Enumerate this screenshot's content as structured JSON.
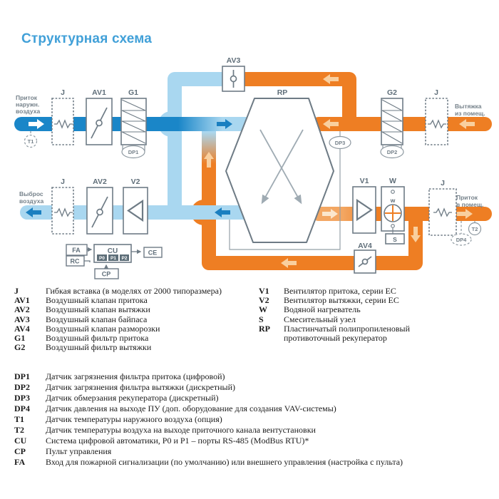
{
  "title": "Структурная схема",
  "diagram": {
    "labels": {
      "j": "J",
      "av1": "AV1",
      "av2": "AV2",
      "av3": "AV3",
      "av4": "AV4",
      "g1": "G1",
      "g2": "G2",
      "v1": "V1",
      "v2": "V2",
      "w": "W",
      "w_inner": "w",
      "s": "S",
      "rp": "RP",
      "cu": "CU",
      "fa": "FA",
      "rc": "RC",
      "ce": "CE",
      "cp": "CP",
      "p0": "P0",
      "p1": "P1",
      "p2": "P2",
      "t1": "T1",
      "t2": "T2",
      "dp1": "DP1",
      "dp2": "DP2",
      "dp3": "DP3",
      "dp4": "DP4"
    },
    "flow_labels": {
      "outdoor": [
        "Приток",
        "наружн.",
        "воздуха"
      ],
      "discharge": [
        "Выброс",
        "воздуха"
      ],
      "extract": [
        "Вытяжка",
        "из помещ."
      ],
      "supply": [
        "Приток",
        "в помещ."
      ]
    },
    "colors": {
      "supply_cold_blue": "#1a86c8",
      "light_blue": "#a9d7f0",
      "warm_orange": "#ee7e23",
      "light_orange": "#f3a763",
      "title_blue": "#41a0d8",
      "outline_gray": "#6e7b85"
    }
  },
  "legend": {
    "left": [
      {
        "key": "J",
        "desc": "Гибкая вставка (в моделях от 2000 типоразмера)"
      },
      {
        "key": "AV1",
        "desc": "Воздушный клапан притока"
      },
      {
        "key": "AV2",
        "desc": "Воздушный клапан вытяжки"
      },
      {
        "key": "AV3",
        "desc": "Воздушный клапан байпаса"
      },
      {
        "key": "AV4",
        "desc": "Воздушный клапан разморозки"
      },
      {
        "key": "G1",
        "desc": "Воздушный фильтр притока"
      },
      {
        "key": "G2",
        "desc": "Воздушный фильтр вытяжки"
      }
    ],
    "right": [
      {
        "key": "V1",
        "desc": "Вентилятор притока, серии ЕС"
      },
      {
        "key": "V2",
        "desc": "Вентилятор вытяжки, серии ЕС"
      },
      {
        "key": "W",
        "desc": "Водяной нагреватель"
      },
      {
        "key": "S",
        "desc": "Смесительный узел"
      },
      {
        "key": "RP",
        "desc": "Пластинчатый полипропиленовый"
      },
      {
        "key": "",
        "desc": "противоточный рекуператор"
      }
    ],
    "bottom": [
      {
        "key": "DP1",
        "desc": "Датчик загрязнения фильтра притока (цифровой)"
      },
      {
        "key": "DP2",
        "desc": "Датчик загрязнения фильтра вытяжки (дискретный)"
      },
      {
        "key": "DP3",
        "desc": "Датчик обмерзания рекуператора (дискретный)"
      },
      {
        "key": "DP4",
        "desc": "Датчик давления на выходе ПУ (доп. оборудование для создания VAV-системы)"
      },
      {
        "key": "T1",
        "desc": "Датчик температуры наружного воздуха (опция)"
      },
      {
        "key": "T2",
        "desc": "Датчик температуры воздуха на выходе приточного канала вентустановки"
      },
      {
        "key": "CU",
        "desc": "Система цифровой автоматики, P0 и P1 – порты RS-485 (ModBus RTU)*"
      },
      {
        "key": "CP",
        "desc": "Пульт управления"
      },
      {
        "key": "FA",
        "desc": "Вход для пожарной сигнализации (по умолчанию) или внешнего управления (настройка с пульта)"
      }
    ]
  }
}
